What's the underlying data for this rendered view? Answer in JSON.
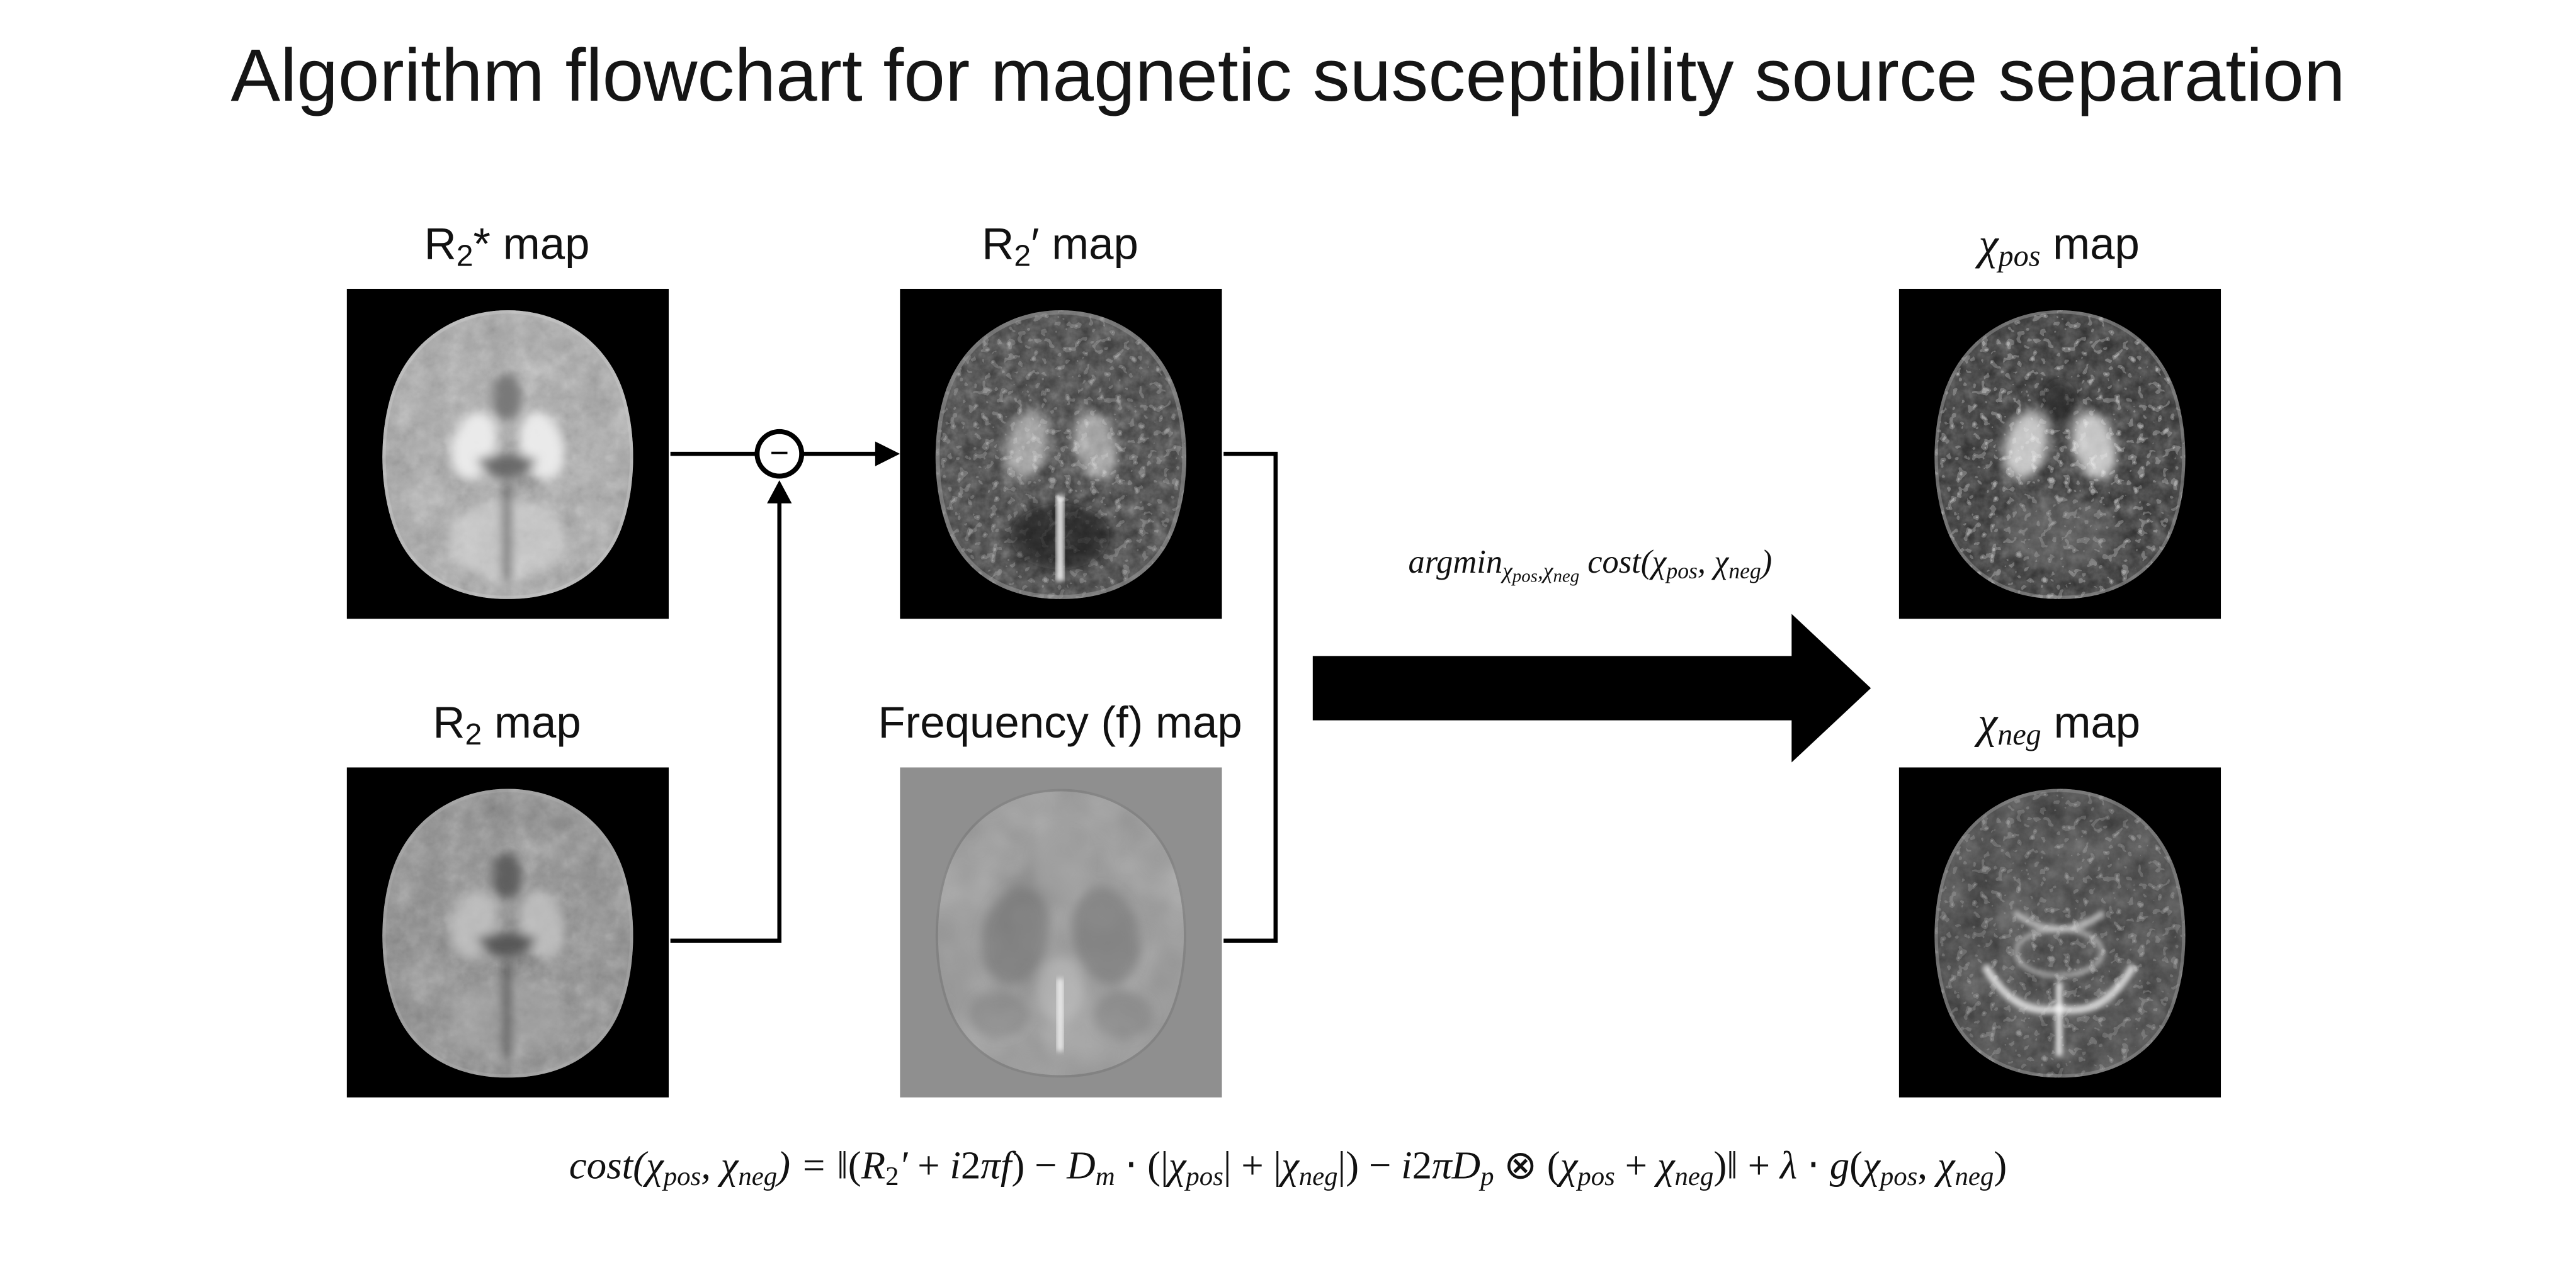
{
  "title": "Algorithm flowchart for magnetic susceptibility source separation",
  "colors": {
    "background": "#ffffff",
    "text": "#111111",
    "arrow": "#000000",
    "map_background": "#000000",
    "freq_background": "#8f8f8f"
  },
  "maps": {
    "r2star": {
      "pre": "R",
      "sub": "2",
      "post": "* map"
    },
    "r2prime": {
      "pre": "R",
      "sub": "2",
      "post": "′ map"
    },
    "chipos": {
      "pre": "χ",
      "sub": "pos",
      "post": " map"
    },
    "r2": {
      "pre": "R",
      "sub": "2",
      "post": " map"
    },
    "freq": {
      "pre": "Frequency (f) map",
      "sub": "",
      "post": ""
    },
    "chineg": {
      "pre": "χ",
      "sub": "neg",
      "post": " map"
    }
  },
  "operator": {
    "symbol": "−"
  },
  "argmin_tokens": [
    {
      "t": "argmin",
      "s": "i"
    },
    {
      "t": "χ",
      "s": "i sub"
    },
    {
      "t": "pos",
      "s": "i subsub"
    },
    {
      "t": ",",
      "s": "i sub"
    },
    {
      "t": "χ",
      "s": "i sub"
    },
    {
      "t": "neg",
      "s": "i subsub"
    },
    {
      "t": " cost(",
      "s": "i"
    },
    {
      "t": "χ",
      "s": "i"
    },
    {
      "t": "pos",
      "s": "i sub"
    },
    {
      "t": ", ",
      "s": "i"
    },
    {
      "t": "χ",
      "s": "i"
    },
    {
      "t": "neg",
      "s": "i sub"
    },
    {
      "t": ")",
      "s": "i"
    }
  ],
  "equation_tokens": [
    {
      "t": "cost(",
      "s": "i"
    },
    {
      "t": "χ",
      "s": "i"
    },
    {
      "t": "pos",
      "s": "i sub"
    },
    {
      "t": ", ",
      "s": "i"
    },
    {
      "t": "χ",
      "s": "i"
    },
    {
      "t": "neg",
      "s": "i sub"
    },
    {
      "t": ") = ",
      "s": "i"
    },
    {
      "t": "‖(",
      "s": ""
    },
    {
      "t": "R",
      "s": "i"
    },
    {
      "t": "2",
      "s": "sub"
    },
    {
      "t": "′",
      "s": "i"
    },
    {
      "t": " + ",
      "s": ""
    },
    {
      "t": "i",
      "s": "i"
    },
    {
      "t": "2",
      "s": ""
    },
    {
      "t": "πf",
      "s": "i"
    },
    {
      "t": ") − ",
      "s": ""
    },
    {
      "t": "D",
      "s": "i"
    },
    {
      "t": "m",
      "s": "i sub"
    },
    {
      "t": " ⋅ (|",
      "s": ""
    },
    {
      "t": "χ",
      "s": "i"
    },
    {
      "t": "pos",
      "s": "i sub"
    },
    {
      "t": "| + |",
      "s": ""
    },
    {
      "t": "χ",
      "s": "i"
    },
    {
      "t": "neg",
      "s": "i sub"
    },
    {
      "t": "|) − ",
      "s": ""
    },
    {
      "t": "i",
      "s": "i"
    },
    {
      "t": "2",
      "s": ""
    },
    {
      "t": "π",
      "s": "i"
    },
    {
      "t": "D",
      "s": "i"
    },
    {
      "t": "p",
      "s": "i sub"
    },
    {
      "t": " ⊗ (",
      "s": ""
    },
    {
      "t": "χ",
      "s": "i"
    },
    {
      "t": "pos",
      "s": "i sub"
    },
    {
      "t": " + ",
      "s": ""
    },
    {
      "t": "χ",
      "s": "i"
    },
    {
      "t": "neg",
      "s": "i sub"
    },
    {
      "t": ")‖ + ",
      "s": ""
    },
    {
      "t": "λ",
      "s": "i"
    },
    {
      "t": " ⋅ ",
      "s": ""
    },
    {
      "t": "g",
      "s": "i"
    },
    {
      "t": "(",
      "s": ""
    },
    {
      "t": "χ",
      "s": "i"
    },
    {
      "t": "pos",
      "s": "i sub"
    },
    {
      "t": ", ",
      "s": ""
    },
    {
      "t": "χ",
      "s": "i"
    },
    {
      "t": "neg",
      "s": "i sub"
    },
    {
      "t": ")",
      "s": ""
    }
  ]
}
